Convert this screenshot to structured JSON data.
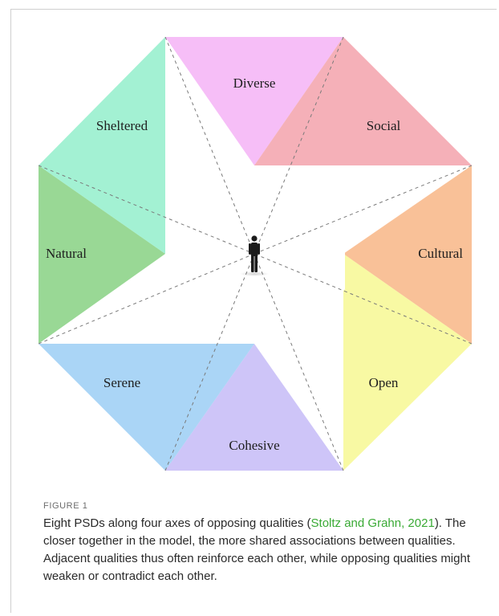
{
  "diagram": {
    "qualities": {
      "top": "Diverse",
      "top_right": "Social",
      "right": "Cultural",
      "bottom_right": "Open",
      "bottom": "Cohesive",
      "bottom_left": "Serene",
      "left": "Natural",
      "top_left": "Sheltered"
    },
    "colors": {
      "diverse": "#f4aef5",
      "social": "#f39ca6",
      "cultural": "#f7b27e",
      "open": "#f6f88c",
      "cohesive": "#c2b7f6",
      "serene": "#95cbf4",
      "natural": "#7fce7a",
      "sheltered": "#8ceec8"
    }
  },
  "caption": {
    "figure_label": "FIGURE 1",
    "text_before": "Eight PSDs along four axes of opposing qualities (",
    "citation": "Stoltz and Grahn, 2021",
    "text_after": "). The closer together in the model, the more shared associations between qualities. Adjacent qualities thus often reinforce each other, while opposing qualities might weaken or contradict each other."
  }
}
